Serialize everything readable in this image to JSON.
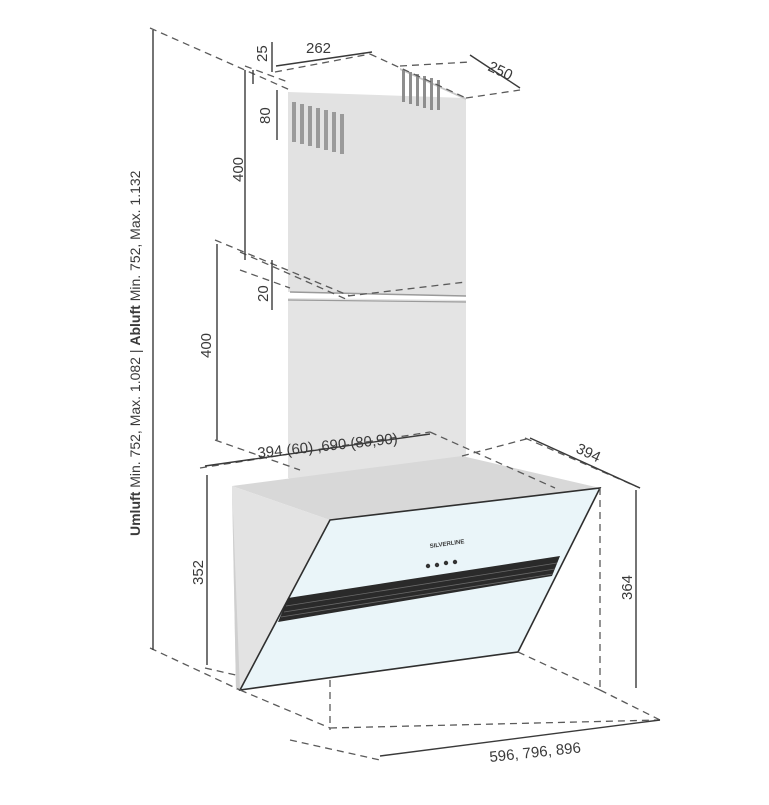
{
  "brand": "SILVERLINE",
  "side_label": {
    "umluft_bold": "Umluft",
    "umluft_text": " Min. 752, Max. 1.082 | ",
    "abluft_bold": "Abluft",
    "abluft_text": " Min. 752, Max. 1.132"
  },
  "dimensions": {
    "top_offset": "25",
    "chimney_width": "262",
    "chimney_depth": "250",
    "vent_height": "80",
    "upper_chimney": "400",
    "overlap": "20",
    "lower_chimney": "400",
    "hood_top_width": "394 (60) ,690 (80,90)",
    "hood_depth": "394",
    "back_height": "352",
    "front_height": "364",
    "total_width": "596, 796, 896"
  },
  "colors": {
    "chimney": "#e4e4e4",
    "chimney_side": "#d5d5d5",
    "glass": "#e9f4f8",
    "band": "#2a2a2a",
    "line": "#3a3a3a"
  },
  "control_buttons": [
    "button",
    "button",
    "button",
    "button"
  ]
}
